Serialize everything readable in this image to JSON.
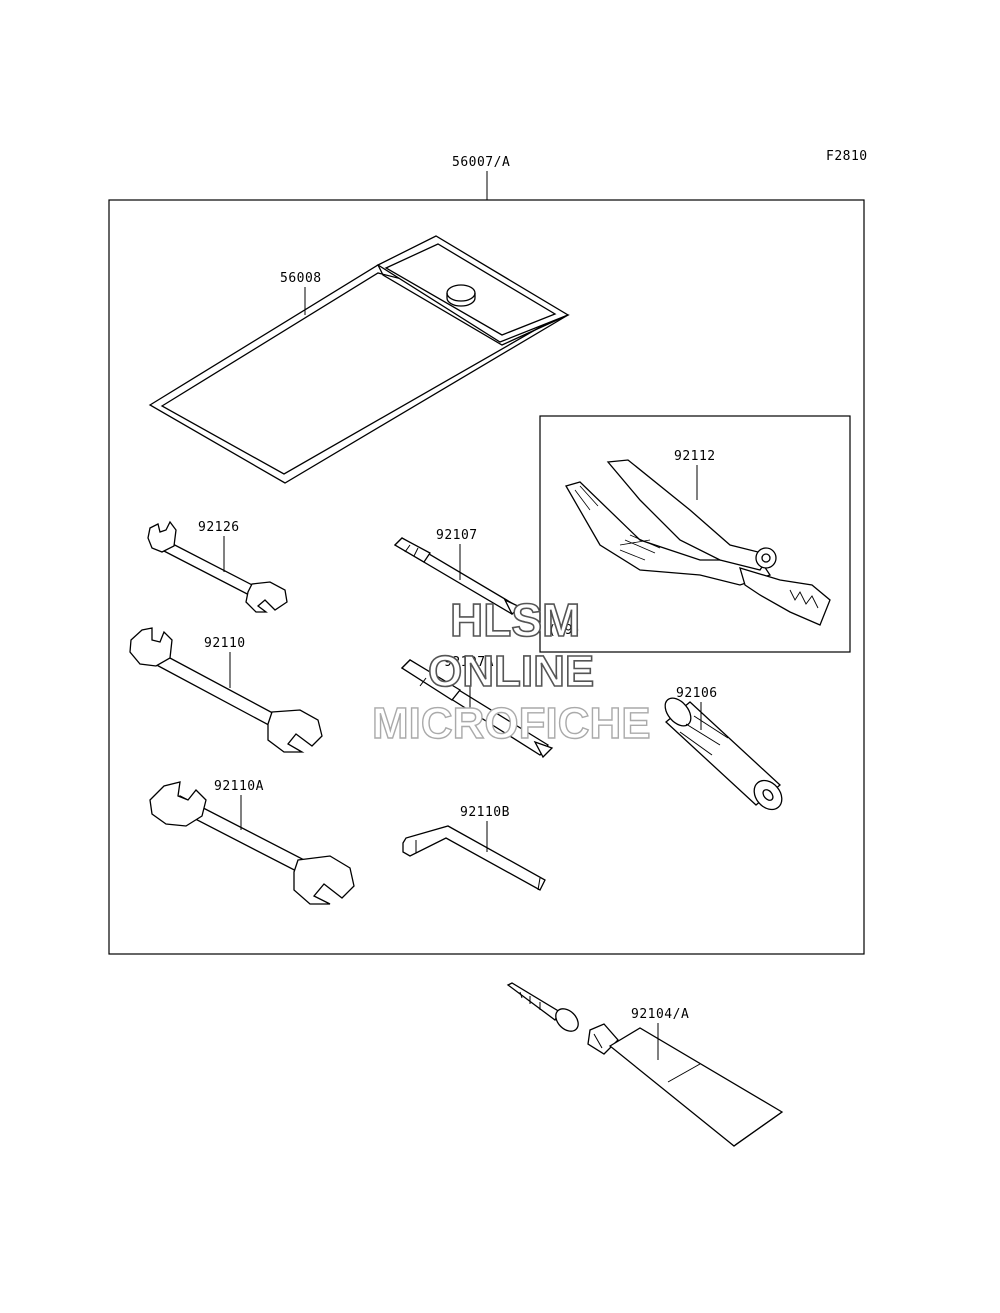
{
  "figure_code": "F2810",
  "kit": {
    "part_number": "56007/A"
  },
  "parts": {
    "pouch": "56008",
    "pliers": "92112",
    "wrench_small": "92126",
    "screwdriver": "92107",
    "screwdriver_note": "(09)",
    "wrench_mid": "92110",
    "screwdriver_bit": "92107A",
    "handle": "92106",
    "wrench_large": "92110A",
    "hex_key": "92110B",
    "grease_tube": "92104/A"
  },
  "watermark": {
    "line1": "HLSM",
    "line2": "ONLINE",
    "line3": "MICROFICHE"
  }
}
